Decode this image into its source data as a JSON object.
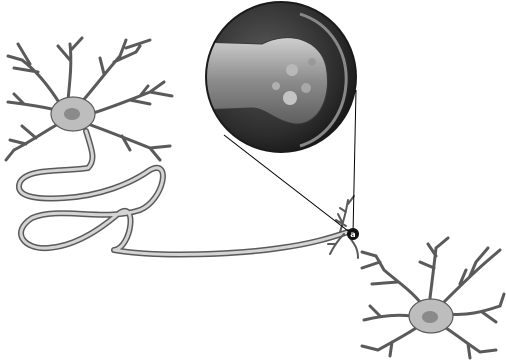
{
  "diagram": {
    "parts": [
      {
        "id": "neuron-a",
        "icon": "neuron-cell-icon"
      },
      {
        "id": "axon",
        "icon": "axon-path-icon"
      },
      {
        "id": "axon-terminal",
        "icon": "axon-terminal-icon"
      },
      {
        "id": "neuron-b",
        "icon": "neuron-cell-icon"
      },
      {
        "id": "synapse-magnifier",
        "icon": "synapse-zoom-icon"
      }
    ],
    "marker_label": "a",
    "colors": {
      "outline": "#5a5a5a",
      "cell_fill": "#bdbdbd",
      "nucleus_fill": "#8a8a8a",
      "lens_dark": "#2c2c2c",
      "lens_mid": "#7a7a7a",
      "lens_light": "#d9d9d9",
      "marker_fill": "#111111"
    }
  }
}
